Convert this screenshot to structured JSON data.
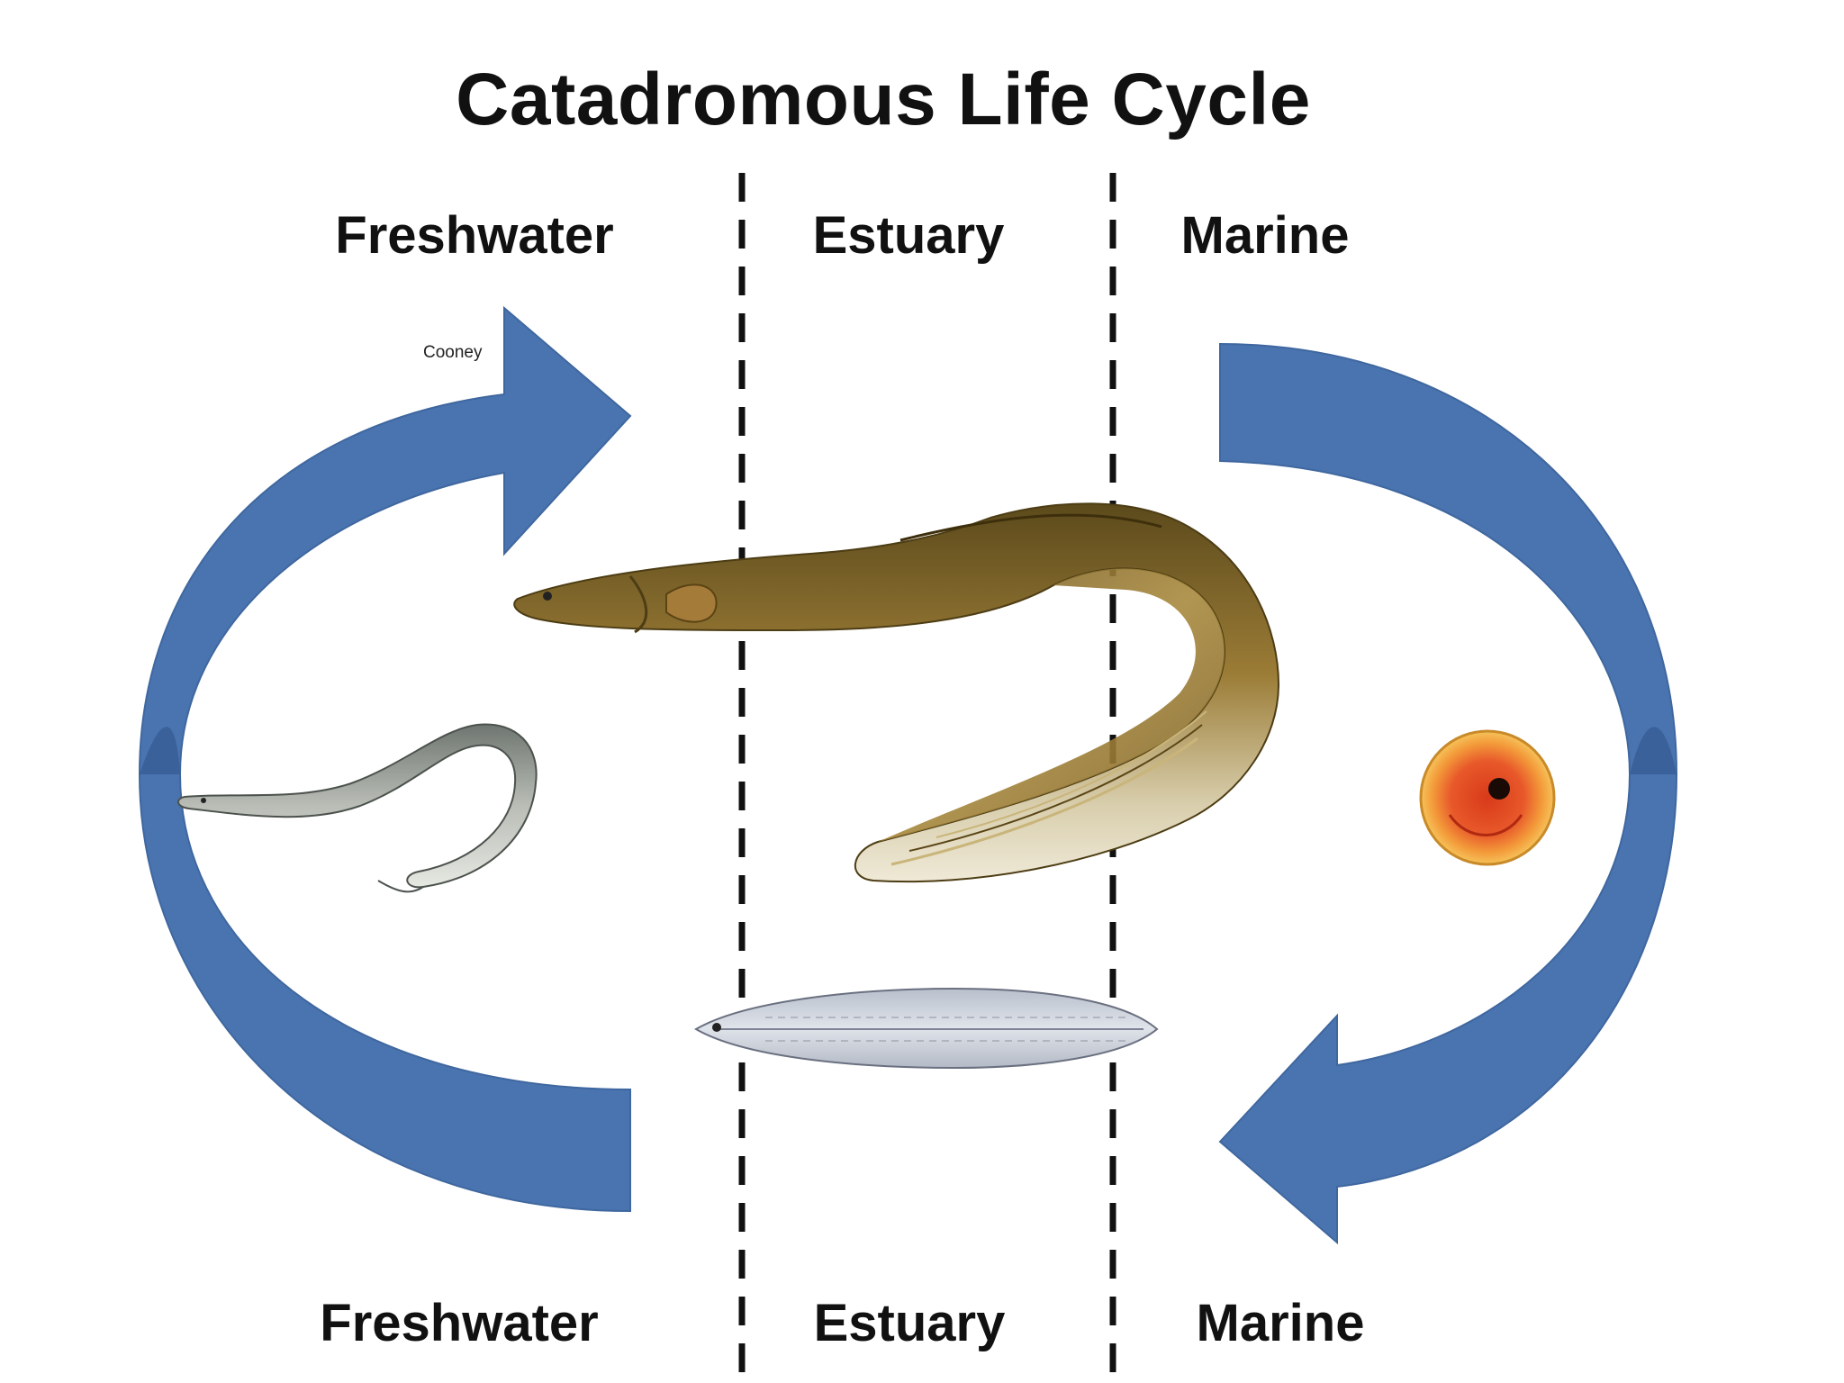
{
  "title": "Catadromous Life Cycle",
  "zones_top": {
    "freshwater": "Freshwater",
    "estuary": "Estuary",
    "marine": "Marine"
  },
  "zones_bottom": {
    "freshwater": "Freshwater",
    "estuary": "Estuary",
    "marine": "Marine"
  },
  "credit": "Cooney",
  "colors": {
    "arrow": "#4a74b0",
    "arrow_dark": "#3a6199",
    "divider": "#111111",
    "adult_eel": "#8a6e2c",
    "elver": "#9aa09a",
    "egg": "#e8682a",
    "larva": "#c8ccd4"
  },
  "stages": {
    "elver": "juvenile eel",
    "adult": "adult eel",
    "egg": "egg",
    "larva": "leptocephalus larva"
  }
}
